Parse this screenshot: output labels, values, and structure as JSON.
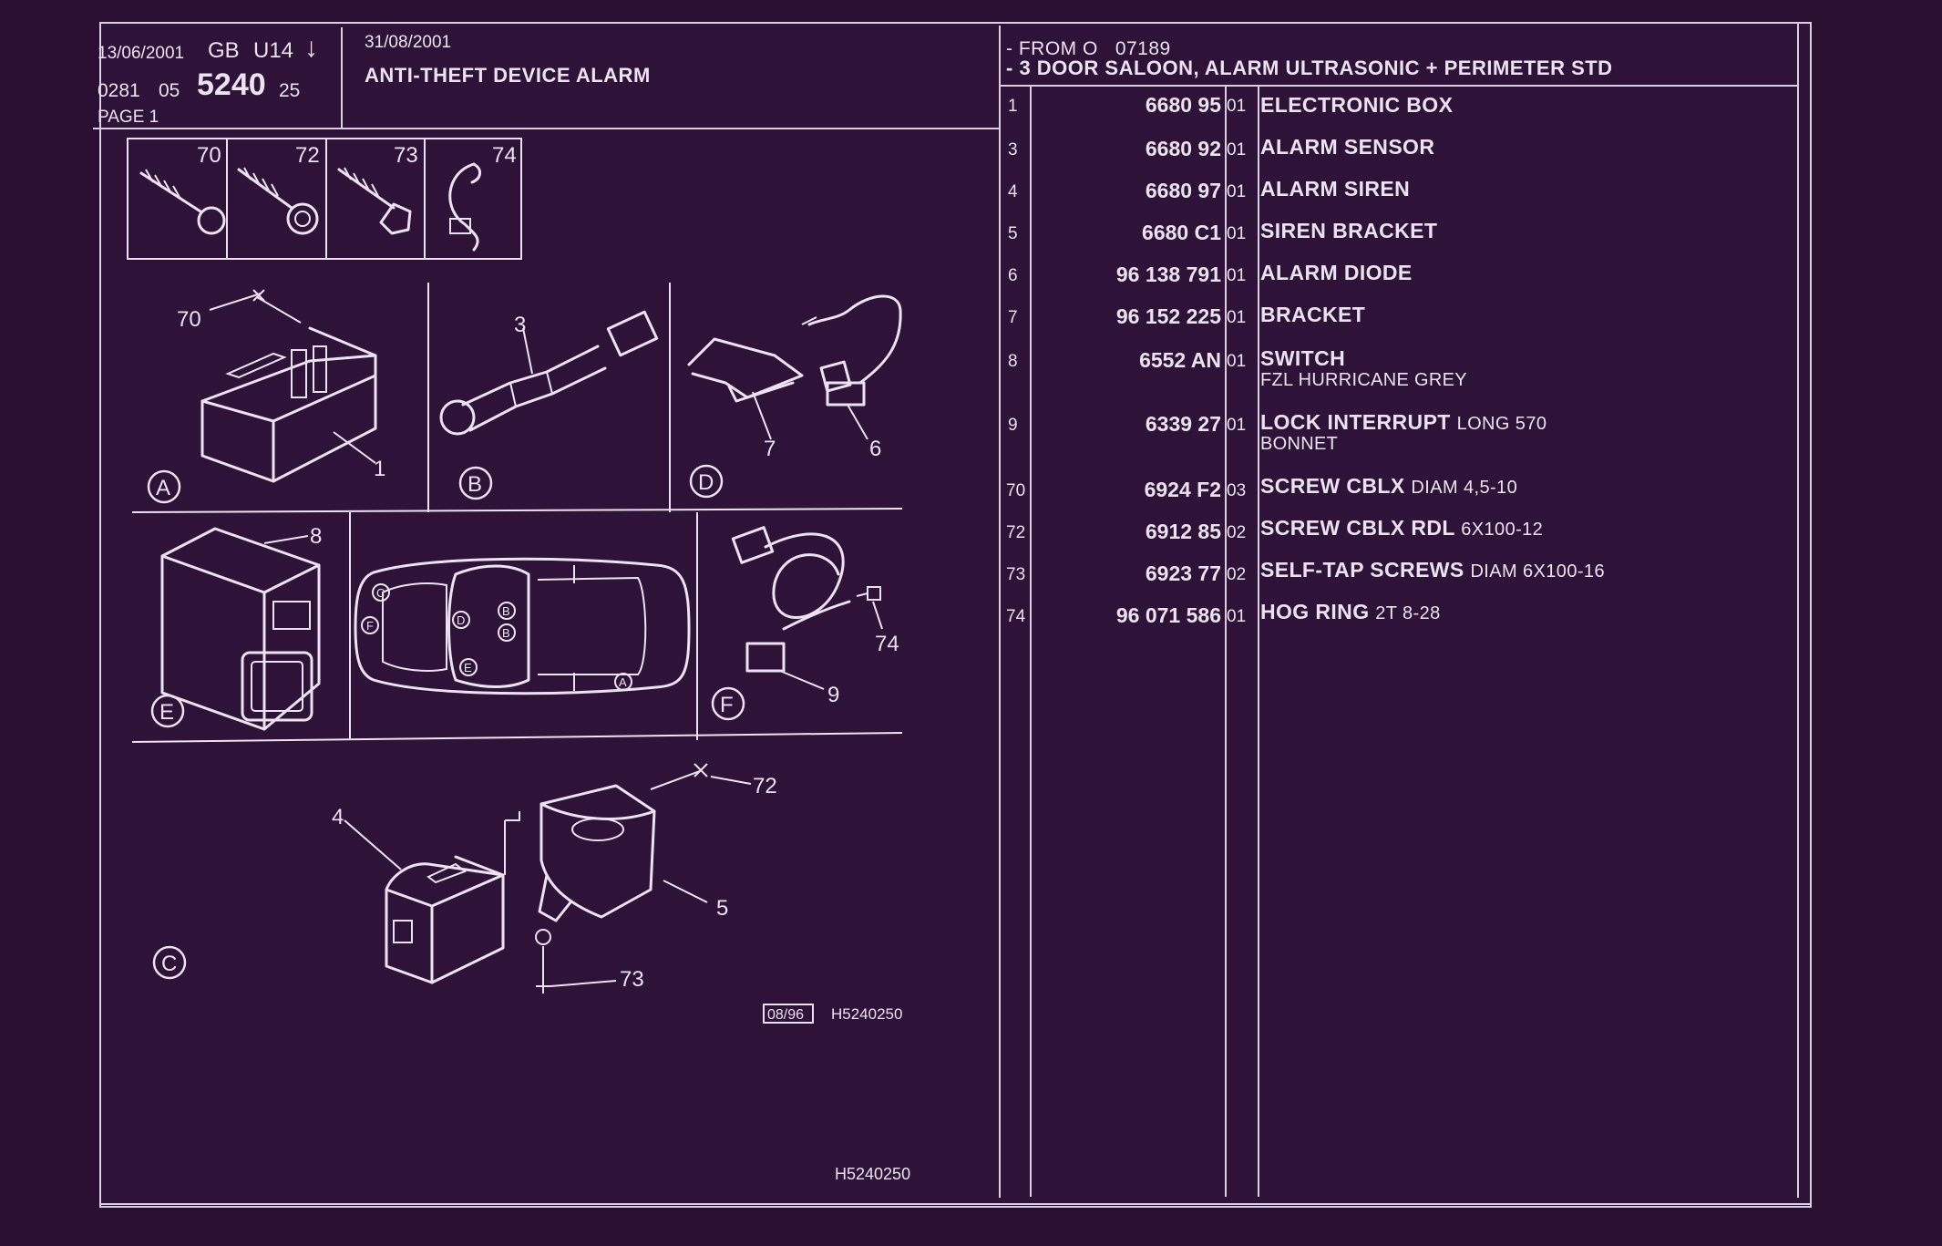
{
  "header": {
    "date": "13/06/2001",
    "region": "GB",
    "code": "U14",
    "arrow": "↓",
    "ref_prefix": "0281",
    "ref_mid": "05",
    "ref_main": "5240",
    "ref_suffix": "25",
    "page": "PAGE 1",
    "date2": "31/08/2001",
    "title": "ANTI-THEFT DEVICE ALARM",
    "scope_line1": "- FROM O   07189",
    "scope_line2": "- 3 DOOR SALOON, ALARM ULTRASONIC + PERIMETER STD"
  },
  "diagram": {
    "fastener_labels": [
      "70",
      "72",
      "73",
      "74"
    ],
    "panel_A": {
      "letter": "A",
      "callouts": [
        "70",
        "1"
      ]
    },
    "panel_B": {
      "letter": "B",
      "callouts": [
        "3"
      ]
    },
    "panel_D": {
      "letter": "D",
      "callouts": [
        "7",
        "6"
      ]
    },
    "panel_E": {
      "letter": "E",
      "callouts": [
        "8"
      ]
    },
    "panel_F": {
      "letter": "F",
      "callouts": [
        "74",
        "9"
      ]
    },
    "panel_C": {
      "letter": "C",
      "callouts": [
        "4",
        "72",
        "5",
        "73"
      ]
    },
    "car_markers": [
      "C",
      "F",
      "D",
      "B",
      "B",
      "E",
      "A"
    ],
    "date_stamp": "08/96",
    "drawing_ref": "H5240250",
    "footer_ref": "H5240250"
  },
  "parts": [
    {
      "idx": "1",
      "ref": "6680 95",
      "qty": "01",
      "desc": "ELECTRONIC BOX",
      "extra": "",
      "sub": ""
    },
    {
      "idx": "3",
      "ref": "6680 92",
      "qty": "01",
      "desc": "ALARM SENSOR",
      "extra": "",
      "sub": ""
    },
    {
      "idx": "4",
      "ref": "6680 97",
      "qty": "01",
      "desc": "ALARM SIREN",
      "extra": "",
      "sub": ""
    },
    {
      "idx": "5",
      "ref": "6680 C1",
      "qty": "01",
      "desc": "SIREN BRACKET",
      "extra": "",
      "sub": ""
    },
    {
      "idx": "6",
      "ref": "96 138 791",
      "qty": "01",
      "desc": "ALARM DIODE",
      "extra": "",
      "sub": ""
    },
    {
      "idx": "7",
      "ref": "96 152 225",
      "qty": "01",
      "desc": "BRACKET",
      "extra": "",
      "sub": ""
    },
    {
      "idx": "8",
      "ref": "6552 AN",
      "qty": "01",
      "desc": "SWITCH",
      "extra": "",
      "sub": "FZL HURRICANE GREY"
    },
    {
      "idx": "9",
      "ref": "6339 27",
      "qty": "01",
      "desc": "LOCK INTERRUPT",
      "extra": "LONG 570",
      "sub": "BONNET"
    },
    {
      "idx": "70",
      "ref": "6924 F2",
      "qty": "03",
      "desc": "SCREW CBLX",
      "extra": "DIAM 4,5-10",
      "sub": ""
    },
    {
      "idx": "72",
      "ref": "6912 85",
      "qty": "02",
      "desc": "SCREW CBLX RDL",
      "extra": "6X100-12",
      "sub": ""
    },
    {
      "idx": "73",
      "ref": "6923 77",
      "qty": "02",
      "desc": "SELF-TAP SCREWS",
      "extra": "DIAM 6X100-16",
      "sub": ""
    },
    {
      "idx": "74",
      "ref": "96 071 586",
      "qty": "01",
      "desc": "HOG RING",
      "extra": "2T 8-28",
      "sub": ""
    }
  ]
}
